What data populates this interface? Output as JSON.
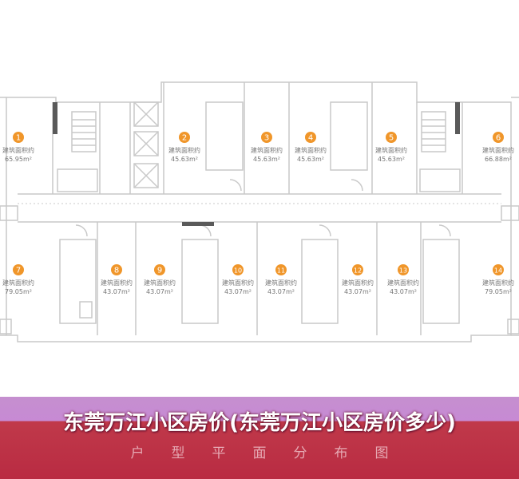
{
  "units": [
    {
      "num": "1",
      "label": "建筑面积约",
      "area": "65.95m²"
    },
    {
      "num": "2",
      "label": "建筑面积约",
      "area": "45.63m²"
    },
    {
      "num": "3",
      "label": "建筑面积约",
      "area": "45.63m²"
    },
    {
      "num": "4",
      "label": "建筑面积约",
      "area": "45.63m²"
    },
    {
      "num": "5",
      "label": "建筑面积约",
      "area": "45.63m²"
    },
    {
      "num": "6",
      "label": "建筑面积约",
      "area": "66.88m²"
    },
    {
      "num": "7",
      "label": "建筑面积约",
      "area": "79.05m²"
    },
    {
      "num": "8",
      "label": "建筑面积约",
      "area": "43.07m²"
    },
    {
      "num": "9",
      "label": "建筑面积约",
      "area": "43.07m²"
    },
    {
      "num": "10",
      "label": "建筑面积约",
      "area": "43.07m²"
    },
    {
      "num": "11",
      "label": "建筑面积约",
      "area": "43.07m²"
    },
    {
      "num": "12",
      "label": "建筑面积约",
      "area": "43.07m²"
    },
    {
      "num": "13",
      "label": "建筑面积约",
      "area": "43.07m²"
    },
    {
      "num": "14",
      "label": "建筑面积约",
      "area": "79.05m²"
    }
  ],
  "banner": {
    "subtitle": "户型平面分布图",
    "title": "东莞万江小区房价(东莞万江小区房价多少)"
  },
  "colors": {
    "accent": "#f0962a",
    "wall": "#c9c9c9",
    "column": "#5a5a5a",
    "banner_top": "#c78ad4",
    "banner_bottom": "#b92b42"
  }
}
